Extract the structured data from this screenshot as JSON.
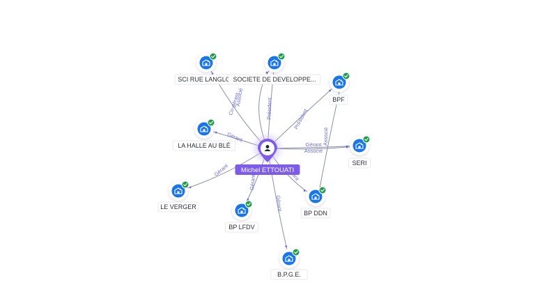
{
  "colors": {
    "company": "#1976e8",
    "verified": "#1e9e4a",
    "person": "#7c5ce8",
    "edge": "#8a8fa8",
    "edge_label": "#6b6fd6"
  },
  "center": {
    "name": "Michel ETTOUATI",
    "icon": "person-icon"
  },
  "companies": [
    {
      "id": "sci",
      "name": "SCI RUE LANGLO",
      "icon": "company-building-icon",
      "verified": true
    },
    {
      "id": "soc",
      "name": "SOCIETE DE DEVELOPPE...",
      "icon": "company-building-icon",
      "verified": true
    },
    {
      "id": "bpf",
      "name": "BPF",
      "icon": "company-building-icon",
      "verified": true
    },
    {
      "id": "halle",
      "name": "LA HALLE AU BLÉ",
      "icon": "company-building-icon",
      "verified": true
    },
    {
      "id": "seri",
      "name": "SERI",
      "icon": "company-building-icon",
      "verified": true
    },
    {
      "id": "verger",
      "name": "LE VERGER",
      "icon": "company-building-icon",
      "verified": true
    },
    {
      "id": "bpddn",
      "name": "BP DDN",
      "icon": "company-building-icon",
      "verified": true
    },
    {
      "id": "bplfdv",
      "name": "BP LFDV",
      "icon": "company-building-icon",
      "verified": true
    },
    {
      "id": "bpge",
      "name": "B.P.G.E.",
      "icon": "company-building-icon",
      "verified": true
    }
  ],
  "relations": [
    {
      "target": "sci",
      "label": "Co-gérant"
    },
    {
      "target": "soc",
      "label": "Associé"
    },
    {
      "target": "soc",
      "label": "Président"
    },
    {
      "target": "bpf",
      "label": "Président"
    },
    {
      "target": "halle",
      "label": "Gérant"
    },
    {
      "target": "seri",
      "label": "Gérant"
    },
    {
      "target": "seri",
      "label": "Associé"
    },
    {
      "target": "verger",
      "label": "Gérant"
    },
    {
      "target": "bpddn",
      "label": "Gérant"
    },
    {
      "target": "bplfdv",
      "label": "Gérant"
    },
    {
      "target": "bpge",
      "label": "Gérant"
    }
  ],
  "secondary_relations": [
    {
      "from": "bpf",
      "to": "bpddn",
      "label": "Associé"
    }
  ]
}
